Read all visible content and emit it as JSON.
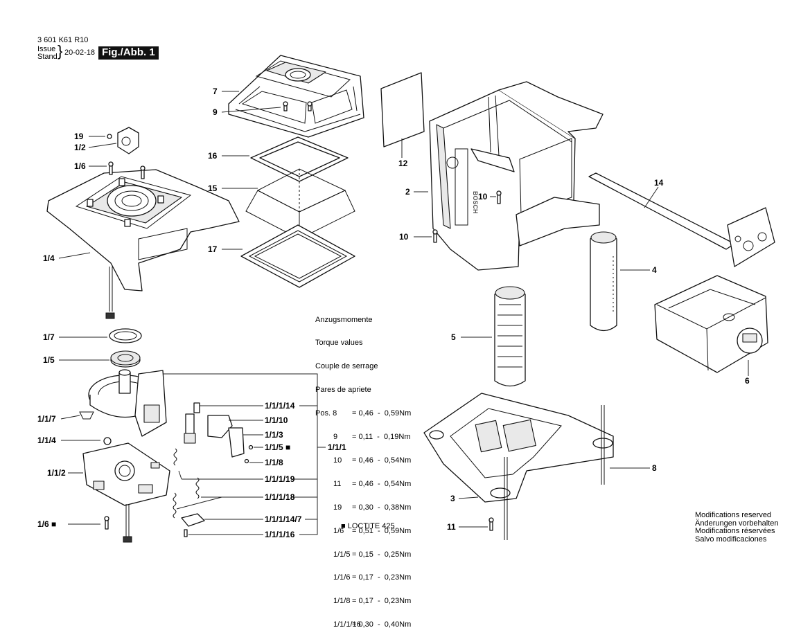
{
  "header": {
    "part_number": "3 601 K61 R10",
    "issue_label": "Issue",
    "stand_label": "Stand",
    "date": "20-02-18",
    "figure": "Fig./Abb. 1"
  },
  "callouts": {
    "c7": "7",
    "c9": "9",
    "c19": "19",
    "c1_2": "1/2",
    "c1_6": "1/6",
    "c16": "16",
    "c15": "15",
    "c17": "17",
    "c1_4": "1/4",
    "c1_7": "1/7",
    "c1_5": "1/5",
    "c1_1_7": "1/1/7",
    "c1_1_4": "1/1/4",
    "c1_1_2": "1/1/2",
    "c1_6_sq": "1/6 ■",
    "c1_1_1_14": "1/1/1/14",
    "c1_1_10": "1/1/10",
    "c1_1_3": "1/1/3",
    "c1_1_5_sq": "1/1/5 ■",
    "c1_1_8": "1/1/8",
    "c1_1_1": "1/1/1",
    "c1_1_1_19": "1/1/1/19",
    "c1_1_1_18": "1/1/1/18",
    "c1_1_1_14_7": "1/1/1/14/7",
    "c1_1_1_16": "1/1/1/16",
    "c12": "12",
    "c2": "2",
    "c10a": "10",
    "c10b": "10",
    "c14": "14",
    "c4": "4",
    "c5": "5",
    "c6": "6",
    "c8": "8",
    "c3": "3",
    "c11": "11"
  },
  "torque": {
    "lines": [
      "Anzugsmomente",
      "Torque values",
      "Couple de serrage",
      "Pares de apriete"
    ],
    "rows": [
      {
        "pos": "Pos. 8",
        "value": "= 0,46  -  0,59Nm"
      },
      {
        "pos": "9",
        "value": "= 0,11  -  0,19Nm"
      },
      {
        "pos": "10",
        "value": "= 0,46  -  0,54Nm"
      },
      {
        "pos": "11",
        "value": "= 0,46  -  0,54Nm"
      },
      {
        "pos": "19",
        "value": "= 0,30  -  0,38Nm"
      },
      {
        "pos": "1/6",
        "value": "= 0,51  -  0,59Nm"
      },
      {
        "pos": "1/1/5",
        "value": "= 0,15  -  0,25Nm"
      },
      {
        "pos": "1/1/6",
        "value": "= 0,17  -  0,23Nm"
      },
      {
        "pos": "1/1/8",
        "value": "= 0,17  -  0,23Nm"
      },
      {
        "pos": "1/1/1/16",
        "value": "= 0,30  -  0,40Nm"
      }
    ]
  },
  "loctite": "■  LOCTITE 425",
  "modifications": [
    "Modifications reserved",
    "Änderungen vorbehalten",
    "Modifications réservées",
    "Salvo modificaciones"
  ],
  "brand": {
    "logo_text": "BOSCH"
  }
}
